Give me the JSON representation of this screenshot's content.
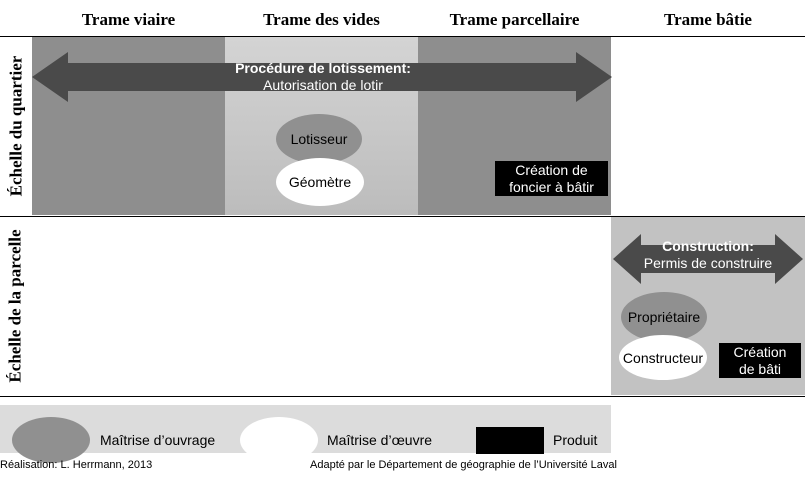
{
  "columns": [
    "Trame viaire",
    "Trame des vides",
    "Trame parcellaire",
    "Trame bâtie"
  ],
  "rows": [
    "Échelle du quartier",
    "Échelle de la parcelle"
  ],
  "quartier": {
    "arrow_title": "Procédure de lotissement:",
    "arrow_subtitle": "Autorisation de lotir",
    "ouvrage": "Lotisseur",
    "oeuvre": "Géomètre",
    "product": [
      "Création de",
      "foncier à bâtir"
    ]
  },
  "parcelle": {
    "arrow_title": "Construction:",
    "arrow_subtitle": "Permis de construire",
    "ouvrage": "Propriétaire",
    "oeuvre": "Constructeur",
    "product": [
      "Création",
      "de bâti"
    ]
  },
  "legend": {
    "ouvrage": "Maîtrise d’ouvrage",
    "oeuvre": "Maîtrise d’œuvre",
    "product": "Produit"
  },
  "footer": {
    "left": "Réalisation: L. Herrmann, 2013",
    "right": "Adapté par le Département de géographie de l’Université Laval"
  },
  "colors": {
    "dark_gray": "#8e8e8e",
    "light_gray": "#c6c6c6",
    "ellipse_gray": "#909090",
    "arrow": "#4a4a4a",
    "legend_bg": "#dcdcdc"
  }
}
